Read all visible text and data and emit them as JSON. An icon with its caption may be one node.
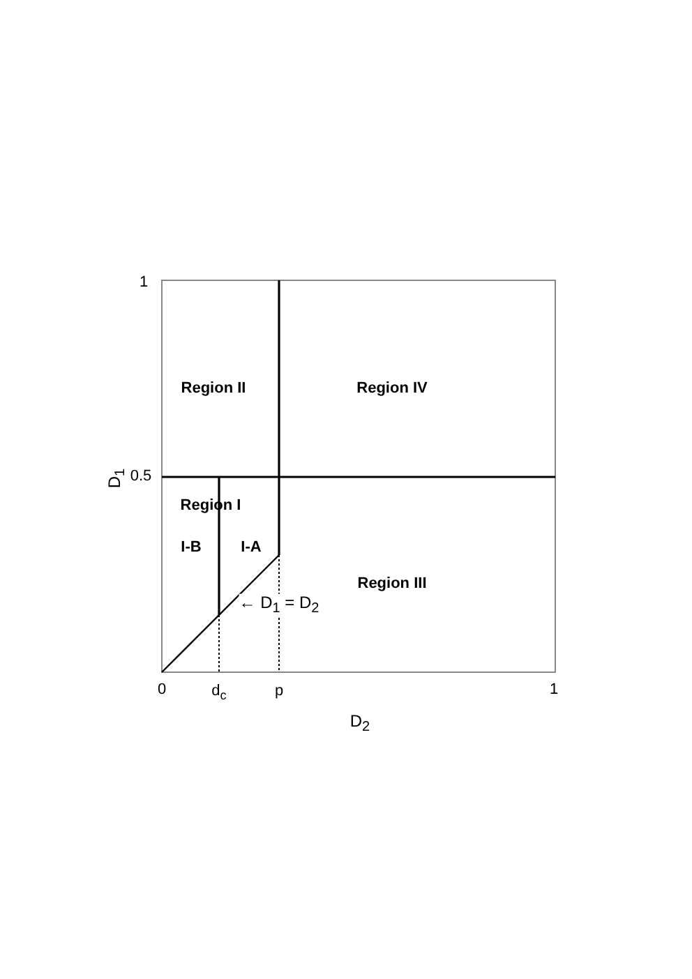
{
  "diagram": {
    "labels": [
      "1",
      "Region II",
      "Region IV",
      "D$_{1}$",
      "0.5",
      "Region I",
      "I-B",
      "I-A",
      "← D$_{1}$ = D$_{2}$",
      "Region III",
      "0",
      "d$_{c}$",
      "p",
      "1",
      "D$_{2}$"
    ]
  }
}
